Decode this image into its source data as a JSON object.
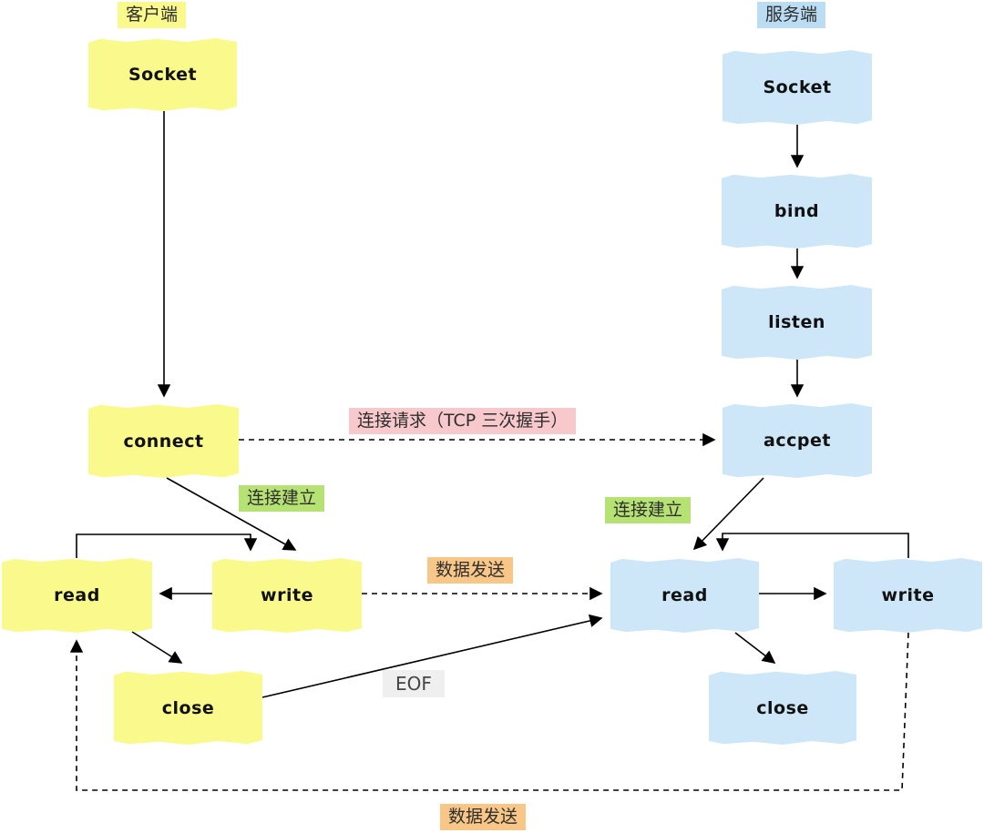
{
  "client": {
    "header": "客户端",
    "nodes": {
      "socket": "Socket",
      "connect": "connect",
      "read": "read",
      "write": "write",
      "close": "close"
    }
  },
  "server": {
    "header": "服务端",
    "nodes": {
      "socket": "Socket",
      "bind": "bind",
      "listen": "listen",
      "accept": "accpet",
      "read": "read",
      "write": "write",
      "close": "close"
    }
  },
  "edge_labels": {
    "handshake": "连接请求（TCP 三次握手）",
    "established_client": "连接建立",
    "established_server": "连接建立",
    "data_send_middle": "数据发送",
    "data_send_bottom": "数据发送",
    "eof": "EOF"
  },
  "colors": {
    "client_node_bg": "#FAF98C",
    "server_node_bg": "#CDE6F8",
    "server_header_bg": "#BBDDF4",
    "handshake_bg": "#F8C9CC",
    "established_bg": "#B6E273",
    "data_send_bg": "#F8C788",
    "eof_bg": "#EFEFEF",
    "line": "#000000"
  }
}
